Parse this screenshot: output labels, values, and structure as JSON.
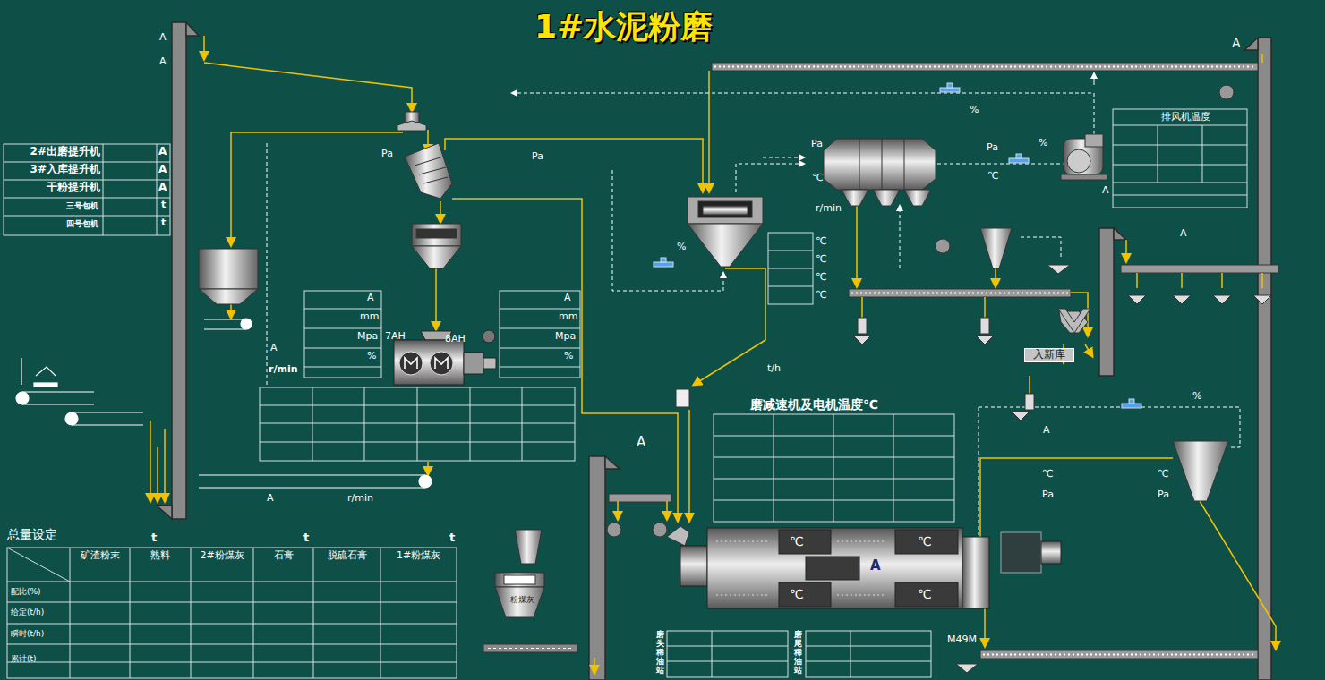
{
  "diagram": {
    "title": "1#水泥粉磨",
    "nodes": [
      {
        "text": [
          "入新库"
        ]
      },
      {
        "text": [
          "粉煤灰"
        ]
      }
    ],
    "labels": [
      "A",
      "A",
      "2#出磨提升机",
      "A",
      "3#入库提升机",
      "A",
      "干粉提升机",
      "A",
      "三号包机",
      "t",
      "四号包机",
      "t",
      "Pa",
      "Pa",
      "A",
      "mm",
      "Mpa",
      "%",
      "A",
      "r/min",
      "7AH",
      "8AH",
      "A",
      "mm",
      "Mpa",
      "%",
      "t/h",
      "A",
      "r/min",
      "%",
      "%",
      "Pa",
      "℃",
      "r/min",
      "Pa",
      "%",
      "℃",
      "排风机温度",
      "A",
      "A",
      "℃",
      "℃",
      "℃",
      "℃",
      "A",
      "%",
      "A",
      "℃",
      "Pa",
      "℃",
      "Pa",
      "磨减速机及电机温度℃",
      "A",
      "℃",
      "℃",
      "℃",
      "℃",
      "A",
      "M49M",
      "总量设定",
      "t",
      "t",
      "t",
      "矿渣粉末",
      "熟料",
      "2#粉煤灰",
      "石膏",
      "脱硫石膏",
      "1#粉煤灰",
      "配比(%)",
      "给定(t/h)",
      "瞬时(t/h)",
      "累计(t)",
      "磨头稀油站",
      "磨尾稀油站"
    ]
  }
}
